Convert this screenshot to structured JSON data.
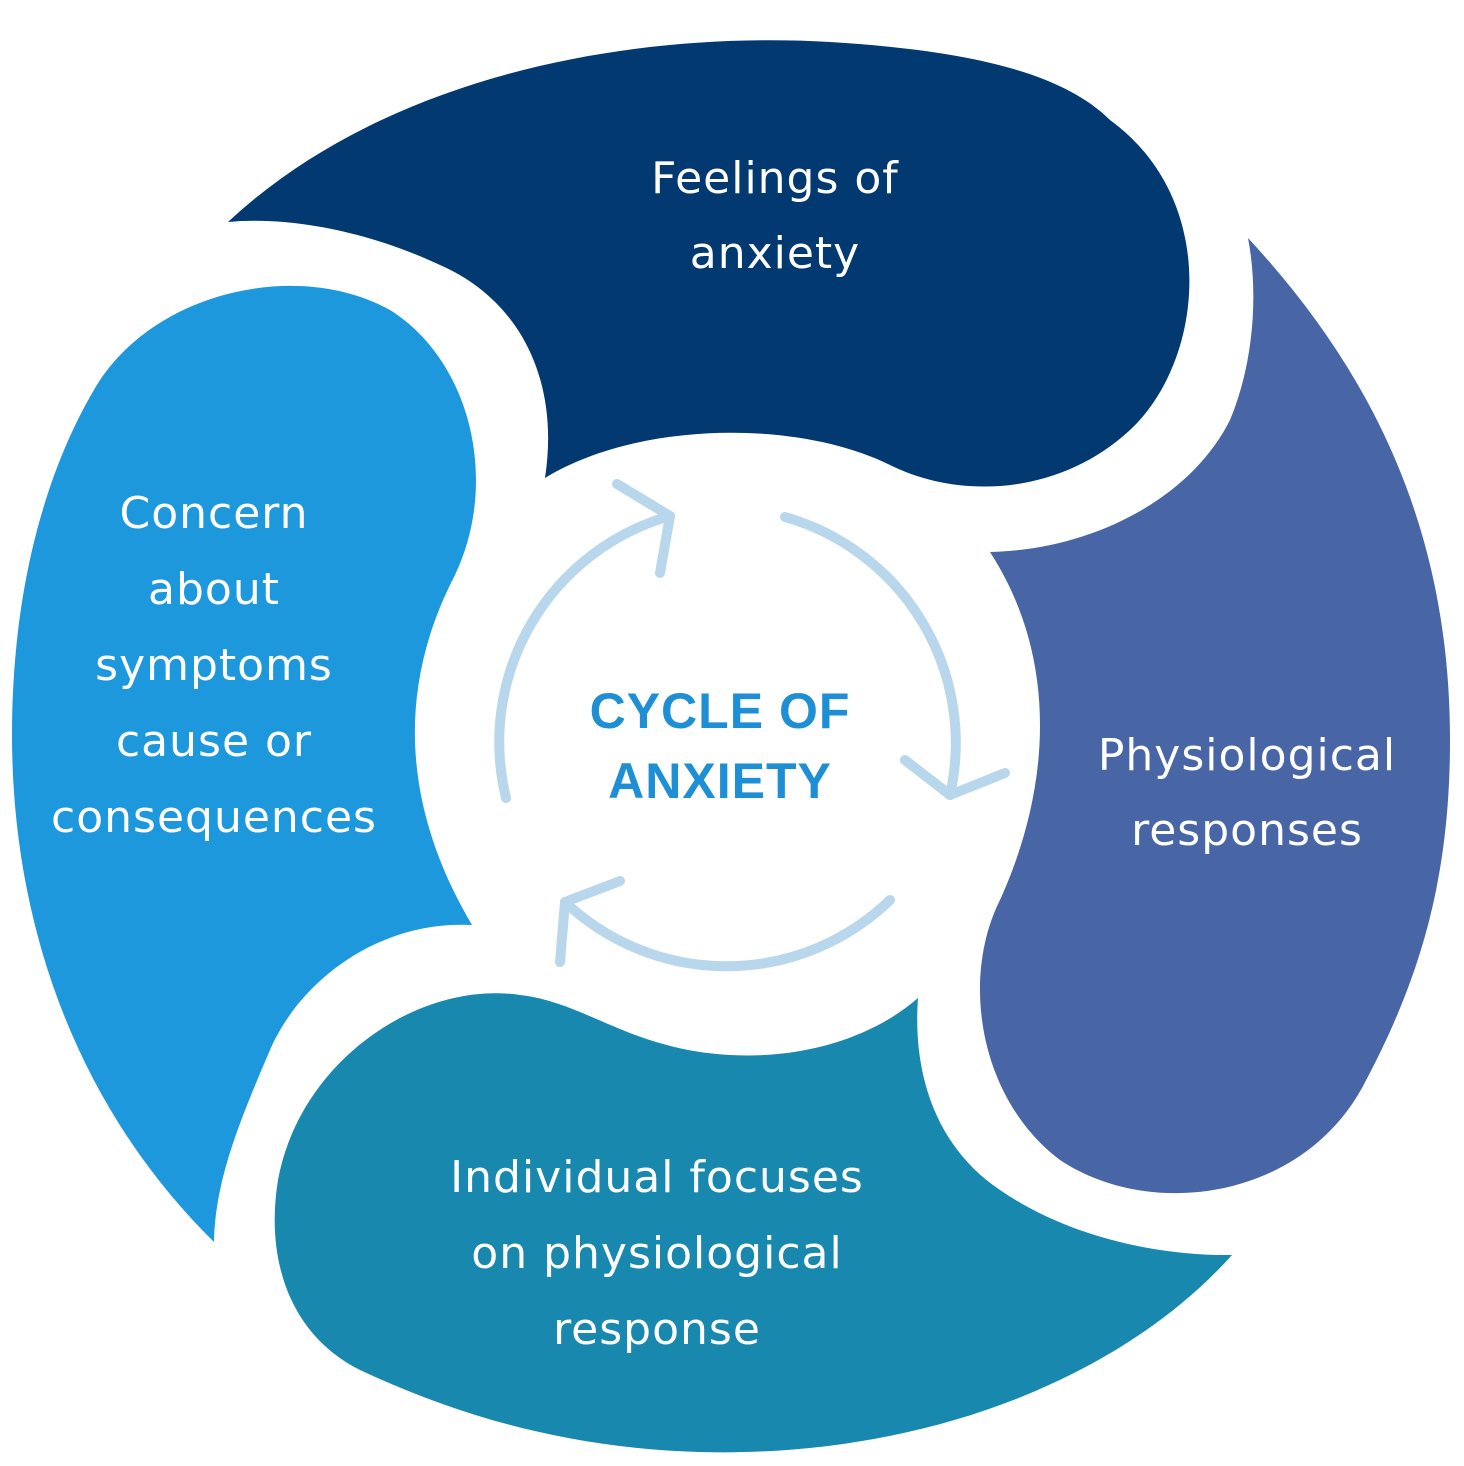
{
  "center": {
    "line1": "CYCLE OF",
    "line2": "ANXIETY",
    "color": "#1E8FD5"
  },
  "segments": [
    {
      "id": "feelings",
      "lines": [
        "Feelings of",
        "anxiety"
      ],
      "color": "#023970"
    },
    {
      "id": "physiological",
      "lines": [
        "Physiological",
        "responses"
      ],
      "color": "#4865A5"
    },
    {
      "id": "focus",
      "lines": [
        "Individual focuses",
        "on physiological",
        "response"
      ],
      "color": "#1888AE"
    },
    {
      "id": "concern",
      "lines": [
        "Concern",
        "about",
        "symptoms",
        "cause or",
        "consequences"
      ],
      "color": "#1E98DD"
    }
  ],
  "arrow_color": "#B9D7EC"
}
